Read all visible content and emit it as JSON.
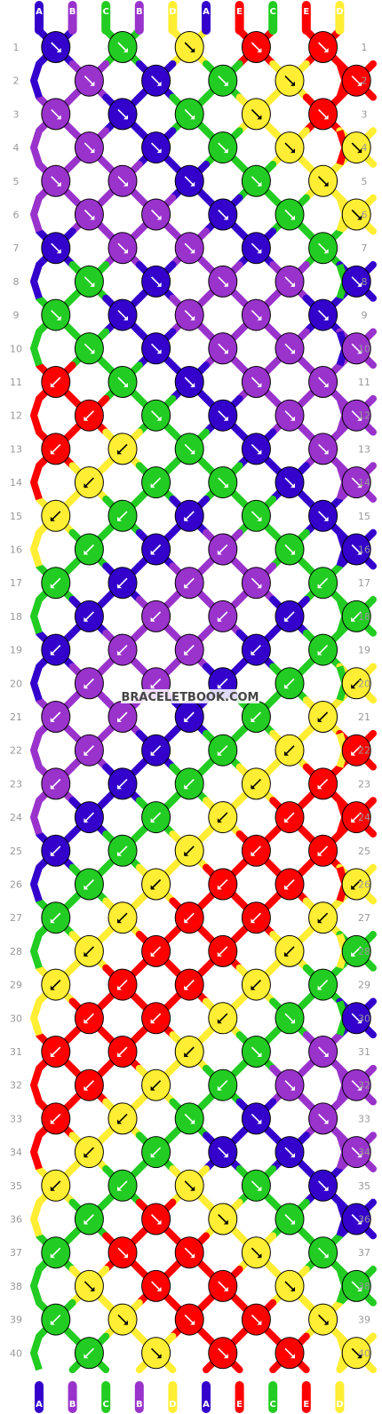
{
  "watermark": "BRACELETBOOK.COM",
  "colors": {
    "A": "#3300cc",
    "B": "#9933cc",
    "C": "#22cc22",
    "D": "#ffee33",
    "E": "#ff0000"
  },
  "strings_top": [
    "A",
    "B",
    "C",
    "B",
    "D",
    "A",
    "E",
    "C",
    "E",
    "D"
  ],
  "strings_bottom": [
    "A",
    "B",
    "C",
    "B",
    "D",
    "A",
    "E",
    "C",
    "E",
    "D"
  ],
  "pattern": {
    "rows": 40,
    "knot_rows": [
      {
        "row": 1,
        "knots": [
          [
            "A",
            "dr"
          ],
          [
            "C",
            "dr"
          ],
          [
            "D",
            "dr"
          ],
          [
            "E",
            "dr"
          ],
          [
            "E",
            "dr"
          ]
        ]
      },
      {
        "row": 2,
        "knots": [
          [
            "B",
            "dr"
          ],
          [
            "A",
            "dr"
          ],
          [
            "C",
            "dr"
          ],
          [
            "D",
            "dr"
          ],
          [
            "E",
            "dr"
          ]
        ]
      },
      {
        "row": 3,
        "knots": [
          [
            "B",
            "dr"
          ],
          [
            "A",
            "dr"
          ],
          [
            "C",
            "dr"
          ],
          [
            "D",
            "dr"
          ],
          [
            "E",
            "dr"
          ]
        ]
      },
      {
        "row": 4,
        "knots": [
          [
            "B",
            "dr"
          ],
          [
            "A",
            "dr"
          ],
          [
            "C",
            "dr"
          ],
          [
            "D",
            "dr"
          ],
          [
            "D",
            "dr"
          ]
        ]
      },
      {
        "row": 5,
        "knots": [
          [
            "B",
            "dr"
          ],
          [
            "B",
            "dr"
          ],
          [
            "A",
            "dr"
          ],
          [
            "C",
            "dr"
          ],
          [
            "D",
            "dr"
          ]
        ]
      },
      {
        "row": 6,
        "knots": [
          [
            "B",
            "dr"
          ],
          [
            "B",
            "dr"
          ],
          [
            "A",
            "dr"
          ],
          [
            "C",
            "dr"
          ],
          [
            "D",
            "dr"
          ]
        ]
      },
      {
        "row": 7,
        "knots": [
          [
            "A",
            "dr"
          ],
          [
            "B",
            "dr"
          ],
          [
            "B",
            "dr"
          ],
          [
            "A",
            "dr"
          ],
          [
            "C",
            "dr"
          ]
        ]
      },
      {
        "row": 8,
        "knots": [
          [
            "C",
            "dr"
          ],
          [
            "A",
            "dr"
          ],
          [
            "B",
            "dr"
          ],
          [
            "B",
            "dr"
          ],
          [
            "A",
            "dr"
          ]
        ]
      },
      {
        "row": 9,
        "knots": [
          [
            "C",
            "dr"
          ],
          [
            "A",
            "dr"
          ],
          [
            "B",
            "dr"
          ],
          [
            "B",
            "dr"
          ],
          [
            "A",
            "dr"
          ]
        ]
      },
      {
        "row": 10,
        "knots": [
          [
            "C",
            "dr"
          ],
          [
            "A",
            "dr"
          ],
          [
            "B",
            "dr"
          ],
          [
            "B",
            "dr"
          ],
          [
            "B",
            "dr"
          ]
        ]
      },
      {
        "row": 11,
        "knots": [
          [
            "E",
            "dl"
          ],
          [
            "C",
            "dr"
          ],
          [
            "A",
            "dr"
          ],
          [
            "B",
            "dr"
          ],
          [
            "B",
            "dr"
          ]
        ]
      },
      {
        "row": 12,
        "knots": [
          [
            "E",
            "dl"
          ],
          [
            "C",
            "dr"
          ],
          [
            "A",
            "dr"
          ],
          [
            "B",
            "dr"
          ],
          [
            "B",
            "dr"
          ]
        ]
      },
      {
        "row": 13,
        "knots": [
          [
            "E",
            "dl"
          ],
          [
            "D",
            "dl"
          ],
          [
            "C",
            "dr"
          ],
          [
            "A",
            "dr"
          ],
          [
            "B",
            "dr"
          ]
        ]
      },
      {
        "row": 14,
        "knots": [
          [
            "D",
            "dl"
          ],
          [
            "C",
            "dl"
          ],
          [
            "C",
            "dr"
          ],
          [
            "A",
            "dr"
          ],
          [
            "B",
            "dr"
          ]
        ]
      },
      {
        "row": 15,
        "knots": [
          [
            "D",
            "dl"
          ],
          [
            "C",
            "dl"
          ],
          [
            "A",
            "dl"
          ],
          [
            "C",
            "dr"
          ],
          [
            "A",
            "dr"
          ]
        ]
      },
      {
        "row": 16,
        "knots": [
          [
            "C",
            "dl"
          ],
          [
            "A",
            "dl"
          ],
          [
            "B",
            "dl"
          ],
          [
            "C",
            "dr"
          ],
          [
            "A",
            "dr"
          ]
        ]
      },
      {
        "row": 17,
        "knots": [
          [
            "C",
            "dl"
          ],
          [
            "A",
            "dl"
          ],
          [
            "B",
            "dl"
          ],
          [
            "B",
            "dr"
          ],
          [
            "C",
            "dl"
          ]
        ]
      },
      {
        "row": 18,
        "knots": [
          [
            "A",
            "dl"
          ],
          [
            "B",
            "dl"
          ],
          [
            "B",
            "dl"
          ],
          [
            "A",
            "dl"
          ],
          [
            "C",
            "dl"
          ]
        ]
      },
      {
        "row": 19,
        "knots": [
          [
            "A",
            "dl"
          ],
          [
            "B",
            "dl"
          ],
          [
            "B",
            "dl"
          ],
          [
            "A",
            "dl"
          ],
          [
            "C",
            "dl"
          ]
        ]
      },
      {
        "row": 20,
        "knots": [
          [
            "B",
            "dl"
          ],
          [
            "B",
            "dl"
          ],
          [
            "A",
            "dl"
          ],
          [
            "C",
            "dl"
          ],
          [
            "D",
            "dl"
          ]
        ]
      },
      {
        "row": 21,
        "knots": [
          [
            "B",
            "dl"
          ],
          [
            "B",
            "dl"
          ],
          [
            "A",
            "dl"
          ],
          [
            "C",
            "dl"
          ],
          [
            "D",
            "dl"
          ]
        ]
      },
      {
        "row": 22,
        "knots": [
          [
            "B",
            "dl"
          ],
          [
            "A",
            "dl"
          ],
          [
            "C",
            "dl"
          ],
          [
            "D",
            "dl"
          ],
          [
            "E",
            "dl"
          ]
        ]
      },
      {
        "row": 23,
        "knots": [
          [
            "B",
            "dl"
          ],
          [
            "A",
            "dl"
          ],
          [
            "C",
            "dl"
          ],
          [
            "D",
            "dl"
          ],
          [
            "E",
            "dl"
          ]
        ]
      },
      {
        "row": 24,
        "knots": [
          [
            "A",
            "dl"
          ],
          [
            "C",
            "dl"
          ],
          [
            "D",
            "dl"
          ],
          [
            "E",
            "dl"
          ],
          [
            "E",
            "dl"
          ]
        ]
      },
      {
        "row": 25,
        "knots": [
          [
            "A",
            "dl"
          ],
          [
            "C",
            "dl"
          ],
          [
            "D",
            "dl"
          ],
          [
            "E",
            "dl"
          ],
          [
            "E",
            "dl"
          ]
        ]
      },
      {
        "row": 26,
        "knots": [
          [
            "C",
            "dl"
          ],
          [
            "D",
            "dl"
          ],
          [
            "E",
            "dl"
          ],
          [
            "E",
            "dl"
          ],
          [
            "D",
            "dl"
          ]
        ]
      },
      {
        "row": 27,
        "knots": [
          [
            "C",
            "dl"
          ],
          [
            "D",
            "dl"
          ],
          [
            "E",
            "dl"
          ],
          [
            "E",
            "dl"
          ],
          [
            "D",
            "dl"
          ]
        ]
      },
      {
        "row": 28,
        "knots": [
          [
            "D",
            "dl"
          ],
          [
            "E",
            "dl"
          ],
          [
            "E",
            "dl"
          ],
          [
            "D",
            "dl"
          ],
          [
            "C",
            "dl"
          ]
        ]
      },
      {
        "row": 29,
        "knots": [
          [
            "D",
            "dl"
          ],
          [
            "E",
            "dl"
          ],
          [
            "E",
            "dl"
          ],
          [
            "D",
            "dl"
          ],
          [
            "C",
            "dl"
          ]
        ]
      },
      {
        "row": 30,
        "knots": [
          [
            "E",
            "dl"
          ],
          [
            "E",
            "dl"
          ],
          [
            "D",
            "dl"
          ],
          [
            "C",
            "dr"
          ],
          [
            "A",
            "dr"
          ]
        ]
      },
      {
        "row": 31,
        "knots": [
          [
            "E",
            "dl"
          ],
          [
            "E",
            "dl"
          ],
          [
            "D",
            "dl"
          ],
          [
            "C",
            "dr"
          ],
          [
            "B",
            "dr"
          ]
        ]
      },
      {
        "row": 32,
        "knots": [
          [
            "E",
            "dl"
          ],
          [
            "D",
            "dl"
          ],
          [
            "C",
            "dl"
          ],
          [
            "B",
            "dr"
          ],
          [
            "B",
            "dr"
          ]
        ]
      },
      {
        "row": 33,
        "knots": [
          [
            "E",
            "dl"
          ],
          [
            "D",
            "dl"
          ],
          [
            "C",
            "dr"
          ],
          [
            "A",
            "dr"
          ],
          [
            "B",
            "dr"
          ]
        ]
      },
      {
        "row": 34,
        "knots": [
          [
            "D",
            "dl"
          ],
          [
            "C",
            "dl"
          ],
          [
            "A",
            "dr"
          ],
          [
            "A",
            "dr"
          ],
          [
            "B",
            "dr"
          ]
        ]
      },
      {
        "row": 35,
        "knots": [
          [
            "D",
            "dl"
          ],
          [
            "C",
            "dl"
          ],
          [
            "D",
            "dr"
          ],
          [
            "C",
            "dr"
          ],
          [
            "A",
            "dr"
          ]
        ]
      },
      {
        "row": 36,
        "knots": [
          [
            "C",
            "dl"
          ],
          [
            "E",
            "dr"
          ],
          [
            "D",
            "dr"
          ],
          [
            "C",
            "dr"
          ],
          [
            "A",
            "dr"
          ]
        ]
      },
      {
        "row": 37,
        "knots": [
          [
            "C",
            "dl"
          ],
          [
            "E",
            "dr"
          ],
          [
            "E",
            "dr"
          ],
          [
            "D",
            "dr"
          ],
          [
            "C",
            "dr"
          ]
        ]
      },
      {
        "row": 38,
        "knots": [
          [
            "D",
            "dr"
          ],
          [
            "E",
            "dr"
          ],
          [
            "E",
            "dr"
          ],
          [
            "D",
            "dr"
          ],
          [
            "C",
            "dr"
          ]
        ]
      },
      {
        "row": 39,
        "knots": [
          [
            "C",
            "dl"
          ],
          [
            "D",
            "dr"
          ],
          [
            "E",
            "dr"
          ],
          [
            "E",
            "dr"
          ],
          [
            "D",
            "dr"
          ]
        ]
      },
      {
        "row": 40,
        "knots": [
          [
            "C",
            "dl"
          ],
          [
            "D",
            "dr"
          ],
          [
            "E",
            "dr"
          ],
          [
            "E",
            "dr"
          ],
          [
            "D",
            "dr"
          ]
        ]
      }
    ]
  }
}
